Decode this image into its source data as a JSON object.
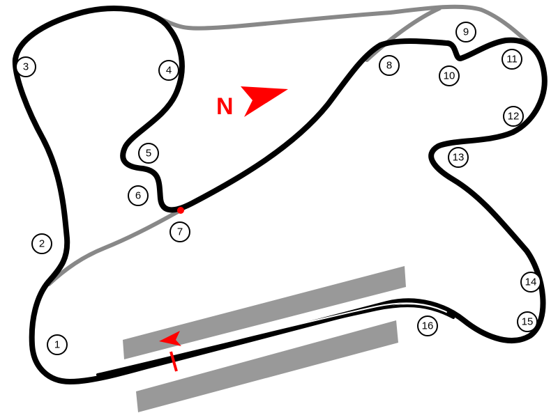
{
  "colors": {
    "track": "#000000",
    "secondary_track": "#888888",
    "pit_building": "#999999",
    "accent": "#ff0000",
    "background": "#ffffff"
  },
  "north_indicator": {
    "letter": "N",
    "icon": "north-arrow-icon"
  },
  "start_finish": {
    "icon": "direction-arrow-icon"
  },
  "corners": [
    {
      "label": "1"
    },
    {
      "label": "2"
    },
    {
      "label": "3"
    },
    {
      "label": "4"
    },
    {
      "label": "5"
    },
    {
      "label": "6"
    },
    {
      "label": "7"
    },
    {
      "label": "8"
    },
    {
      "label": "9"
    },
    {
      "label": "10"
    },
    {
      "label": "11"
    },
    {
      "label": "12"
    },
    {
      "label": "13"
    },
    {
      "label": "14"
    },
    {
      "label": "15"
    },
    {
      "label": "16"
    }
  ]
}
